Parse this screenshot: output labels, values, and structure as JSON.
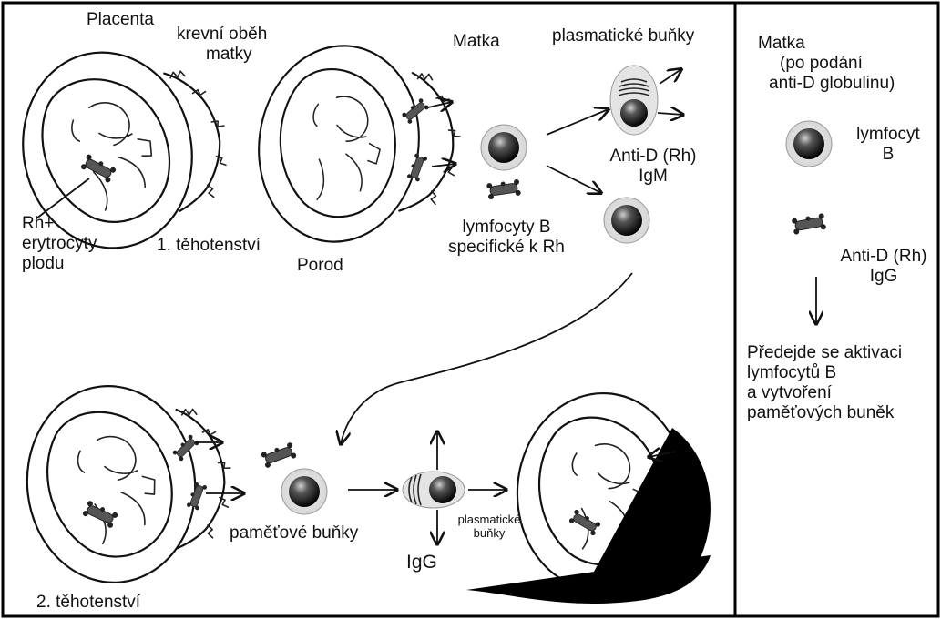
{
  "labels": {
    "placenta": "Placenta",
    "krevni_obeh": "krevní oběh",
    "matky": "matky",
    "matka_top": "Matka",
    "plasmaticke_top": "plasmatické buňky",
    "rh_plus": "Rh+",
    "erytrocyty": "erytrocyty",
    "plodu": "plodu",
    "prvni_tehotenstvi": "1. těhotenství",
    "porod": "Porod",
    "anti_d_rh_top": "Anti-D (Rh)",
    "igm": "IgM",
    "lymfocyty_b": "lymfocyty B",
    "specificke_k_rh": "specifické k Rh",
    "pametove_bunky": "paměťové buňky",
    "igg_bottom": "IgG",
    "plasmaticke_small": "plasmatické",
    "bunky_small": "buňky",
    "druhe_tehotenstvi": "2. těhotenství"
  },
  "right_panel": {
    "matka": "Matka",
    "po_podani": "(po podání",
    "anti_d_globulinu": "anti-D globulinu)",
    "lymfocyt": "lymfocyt",
    "b": "B",
    "anti_d_rh": "Anti-D (Rh)",
    "igg": "IgG",
    "result_line1": "Předejde se aktivaci",
    "result_line2": "lymfocytů B",
    "result_line3": "a vytvoření",
    "result_line4": "paměťových buněk"
  }
}
